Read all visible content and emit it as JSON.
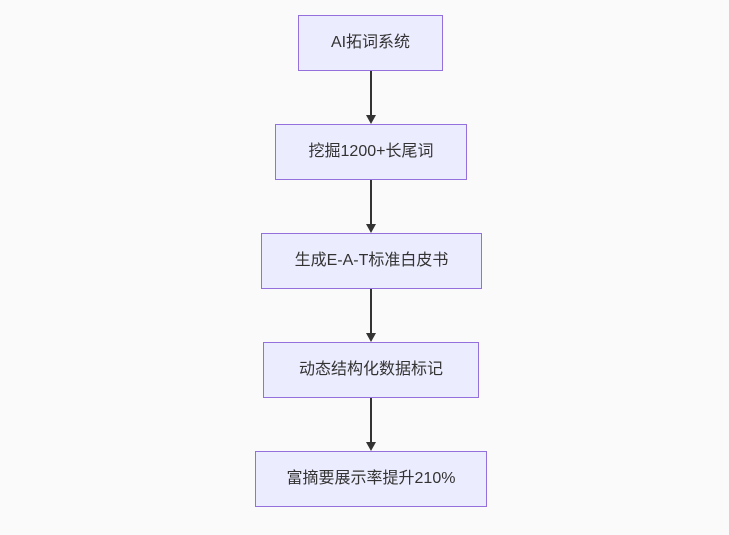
{
  "diagram": {
    "type": "flowchart-top-down",
    "nodes": [
      {
        "label": "AI拓词系统"
      },
      {
        "label": "挖掘1200+长尾词"
      },
      {
        "label": "生成E-A-T标准白皮书"
      },
      {
        "label": "动态结构化数据标记"
      },
      {
        "label": "富摘要展示率提升210%"
      }
    ],
    "edges": [
      {
        "from": 0,
        "to": 1
      },
      {
        "from": 1,
        "to": 2
      },
      {
        "from": 2,
        "to": 3
      },
      {
        "from": 3,
        "to": 4
      }
    ],
    "colors": {
      "background": "#fafafa",
      "node_fill": "#ECECFF",
      "node_border": "#9370DB",
      "text": "#333333",
      "arrow": "#333333"
    }
  }
}
